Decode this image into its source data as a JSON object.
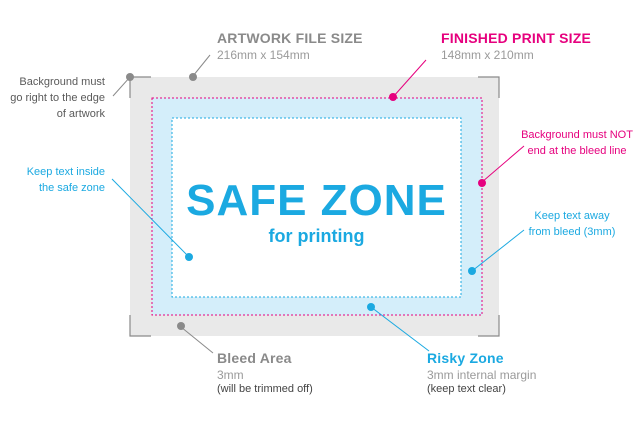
{
  "colors": {
    "gray": "#8a8a8a",
    "bleed_fill": "#e9e9e9",
    "pink": "#e6007e",
    "blue": "#1ba9e1",
    "risky_fill": "#d4eefa",
    "dark_text": "#333333"
  },
  "artwork": {
    "title": "ARTWORK FILE SIZE",
    "size": "216mm x 154mm"
  },
  "finished": {
    "title": "FINISHED PRINT SIZE",
    "size": "148mm x 210mm"
  },
  "center": {
    "title": "SAFE ZONE",
    "subtitle": "for printing"
  },
  "notes": {
    "background_edge": [
      "Background must",
      "go right to the edge",
      "of artwork"
    ],
    "safe_zone": [
      "Keep text inside",
      "the safe zone"
    ],
    "bleed_line": [
      "Background must NOT",
      "end at the bleed line"
    ],
    "away_bleed": [
      "Keep text away",
      "from bleed (3mm)"
    ]
  },
  "bleed_area": {
    "title": "Bleed Area",
    "size": "3mm",
    "note": "(will be trimmed off)"
  },
  "risky_zone": {
    "title": "Risky Zone",
    "size": "3mm internal margin",
    "note": "(keep text clear)"
  }
}
